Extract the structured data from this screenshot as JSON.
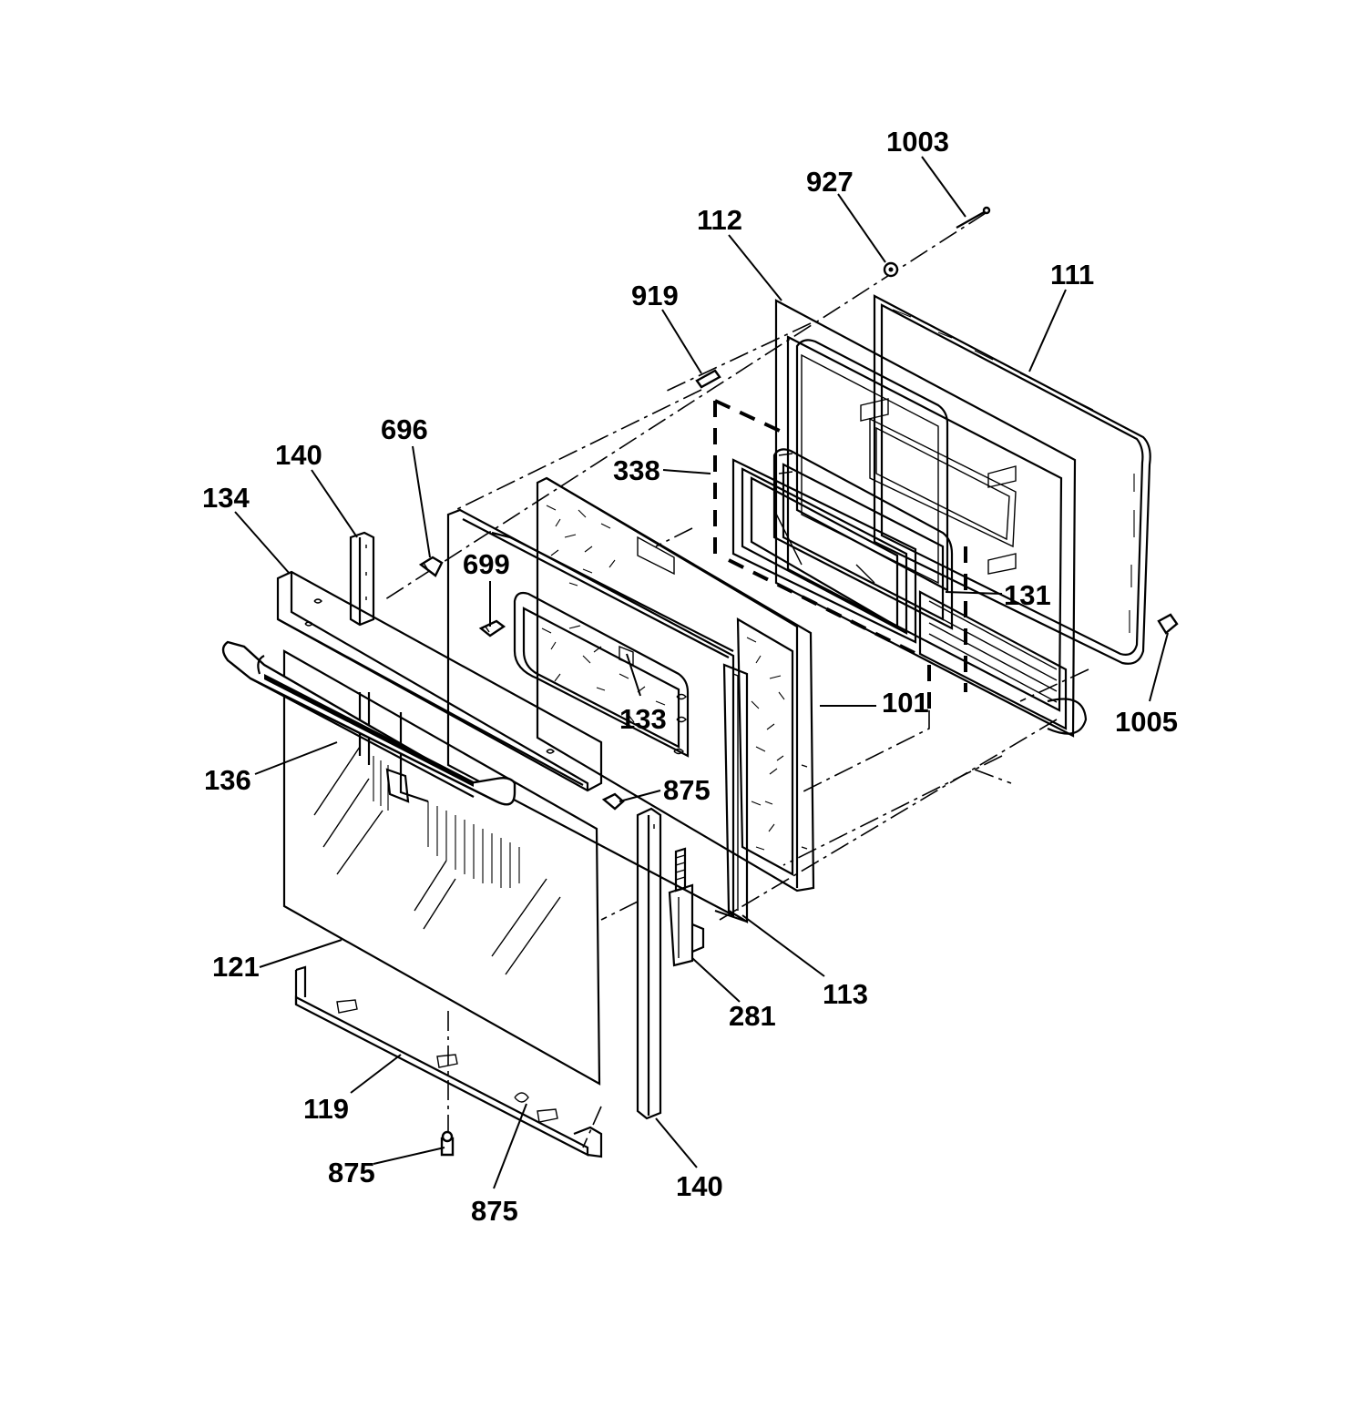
{
  "diagram": {
    "callouts": [
      {
        "id": "c1003",
        "label": "1003"
      },
      {
        "id": "c927",
        "label": "927"
      },
      {
        "id": "c112",
        "label": "112"
      },
      {
        "id": "c111",
        "label": "111"
      },
      {
        "id": "c919",
        "label": "919"
      },
      {
        "id": "c696",
        "label": "696"
      },
      {
        "id": "c140a",
        "label": "140"
      },
      {
        "id": "c134",
        "label": "134"
      },
      {
        "id": "c338",
        "label": "338"
      },
      {
        "id": "c699",
        "label": "699"
      },
      {
        "id": "c131",
        "label": "131"
      },
      {
        "id": "c1005",
        "label": "1005"
      },
      {
        "id": "c101",
        "label": "101"
      },
      {
        "id": "c133",
        "label": "133"
      },
      {
        "id": "c136",
        "label": "136"
      },
      {
        "id": "c875a",
        "label": "875"
      },
      {
        "id": "c121",
        "label": "121"
      },
      {
        "id": "c113",
        "label": "113"
      },
      {
        "id": "c281",
        "label": "281"
      },
      {
        "id": "c119",
        "label": "119"
      },
      {
        "id": "c875b",
        "label": "875"
      },
      {
        "id": "c875c",
        "label": "875"
      },
      {
        "id": "c140b",
        "label": "140"
      }
    ]
  }
}
